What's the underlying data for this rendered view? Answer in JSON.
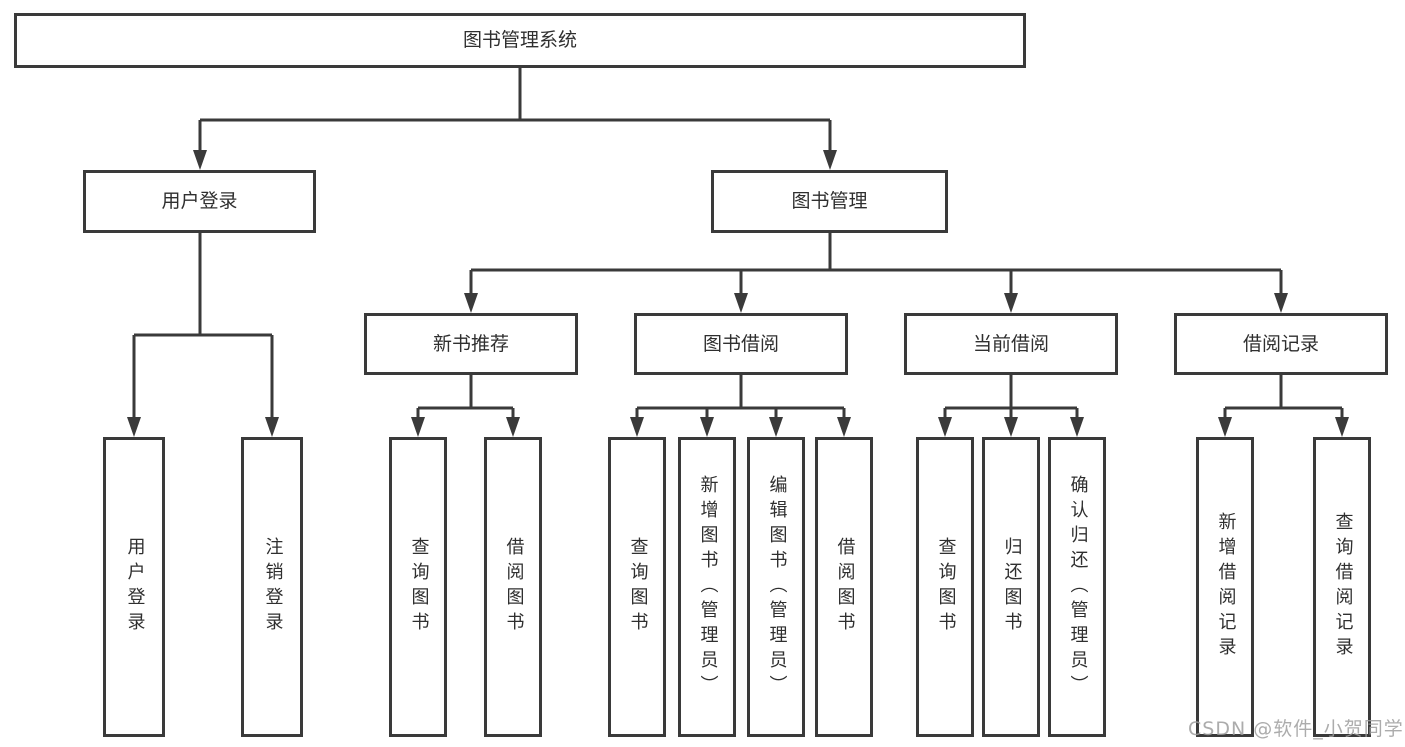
{
  "diagram": {
    "title_node": "图书管理系统",
    "user_branch": {
      "label": "用户登录",
      "children": [
        "用户登录",
        "注销登录"
      ]
    },
    "book_branch": {
      "label": "图书管理",
      "groups": [
        {
          "label": "新书推荐",
          "children": [
            "查询图书",
            "借阅图书"
          ]
        },
        {
          "label": "图书借阅",
          "children": [
            "查询图书",
            "新增图书（管理员）",
            "编辑图书（管理员）",
            "借阅图书"
          ]
        },
        {
          "label": "当前借阅",
          "children": [
            "查询图书",
            "归还图书",
            "确认归还（管理员）"
          ]
        },
        {
          "label": "借阅记录",
          "children": [
            "新增借阅记录",
            "查询借阅记录"
          ]
        }
      ]
    },
    "watermark": "CSDN @软件_小贺同学",
    "colors": {
      "line": "#3a3a3a",
      "text": "#2f2f2f",
      "background": "#ffffff",
      "watermark": "#9e9e9e"
    }
  }
}
